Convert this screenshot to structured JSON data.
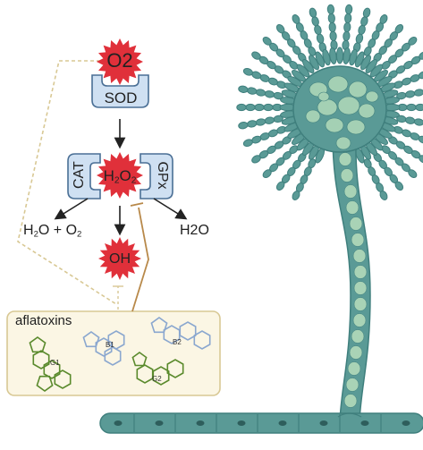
{
  "species": {
    "superoxide": "O2",
    "peroxide_main": "H",
    "peroxide_h_sub": "2",
    "peroxide_o": "O",
    "peroxide_o_sub": "2",
    "hydroxyl": "OH"
  },
  "enzymes": {
    "sod": "SOD",
    "cat": "CAT",
    "gpx": "GPx"
  },
  "products": {
    "left_h": "H",
    "left_h_sub": "2",
    "left_mid": "O + O",
    "left_o_sub": "2",
    "right": "H2O"
  },
  "aflatoxins": {
    "title": "aflatoxins",
    "labels": [
      "G1",
      "B1",
      "B2",
      "G2"
    ]
  },
  "colors": {
    "star_red": "#e0303a",
    "enzyme_fill": "#cfe0f2",
    "enzyme_stroke": "#4a6f95",
    "fungus_dark": "#3f7f7d",
    "fungus_fill": "#5a9a96",
    "fungus_light": "#a9d3b6",
    "box_fill": "#fbf6e4",
    "box_stroke": "#d8c894",
    "inhibit_line": "#b8894a",
    "dashed": "#d8c894",
    "mol_green": "#5a8a2c",
    "mol_blue": "#8aa7cf"
  }
}
